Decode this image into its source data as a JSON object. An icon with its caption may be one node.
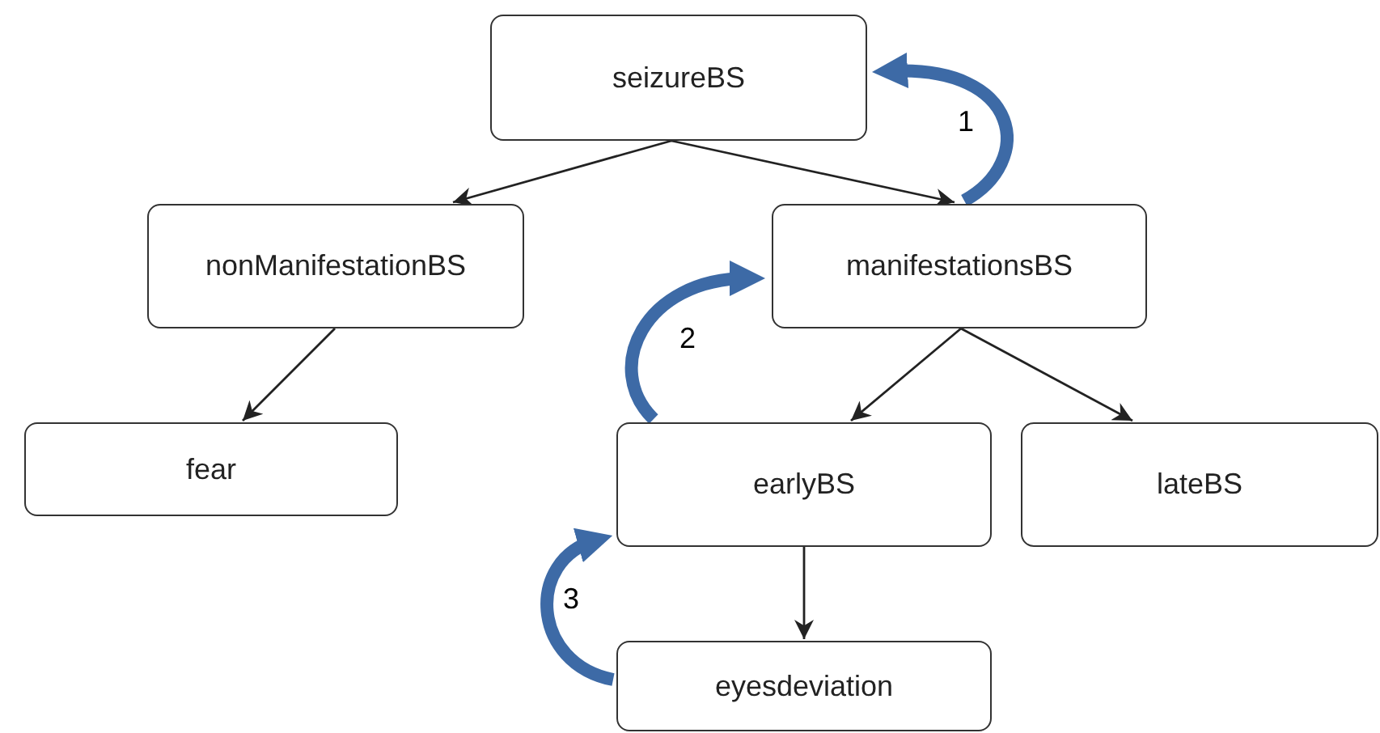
{
  "diagram": {
    "nodes": [
      {
        "text": [
          "seizureBS"
        ]
      },
      {
        "text": [
          "nonManifestationBS"
        ]
      },
      {
        "text": [
          "manifestationsBS"
        ]
      },
      {
        "text": [
          "fear"
        ]
      },
      {
        "text": [
          "earlyBS"
        ]
      },
      {
        "text": [
          "lateBS"
        ]
      },
      {
        "text": [
          "eyesdeviation"
        ]
      }
    ],
    "edges": [
      {
        "from": 0,
        "to": 1,
        "arrow": "to"
      },
      {
        "from": 0,
        "to": 2,
        "arrow": "to"
      },
      {
        "from": 1,
        "to": 3,
        "arrow": "to"
      },
      {
        "from": 2,
        "to": 4,
        "arrow": "to"
      },
      {
        "from": 2,
        "to": 5,
        "arrow": "to"
      },
      {
        "from": 4,
        "to": 6,
        "arrow": "to"
      },
      {
        "from": 2,
        "to": 0,
        "arrow": "to",
        "label": "1",
        "style": "thick",
        "color": "#3d6aa6"
      },
      {
        "from": 4,
        "to": 2,
        "arrow": "to",
        "label": "2",
        "style": "thick",
        "color": "#3d6aa6"
      },
      {
        "from": 6,
        "to": 4,
        "arrow": "to",
        "label": "3",
        "style": "thick",
        "color": "#3d6aa6"
      }
    ]
  }
}
